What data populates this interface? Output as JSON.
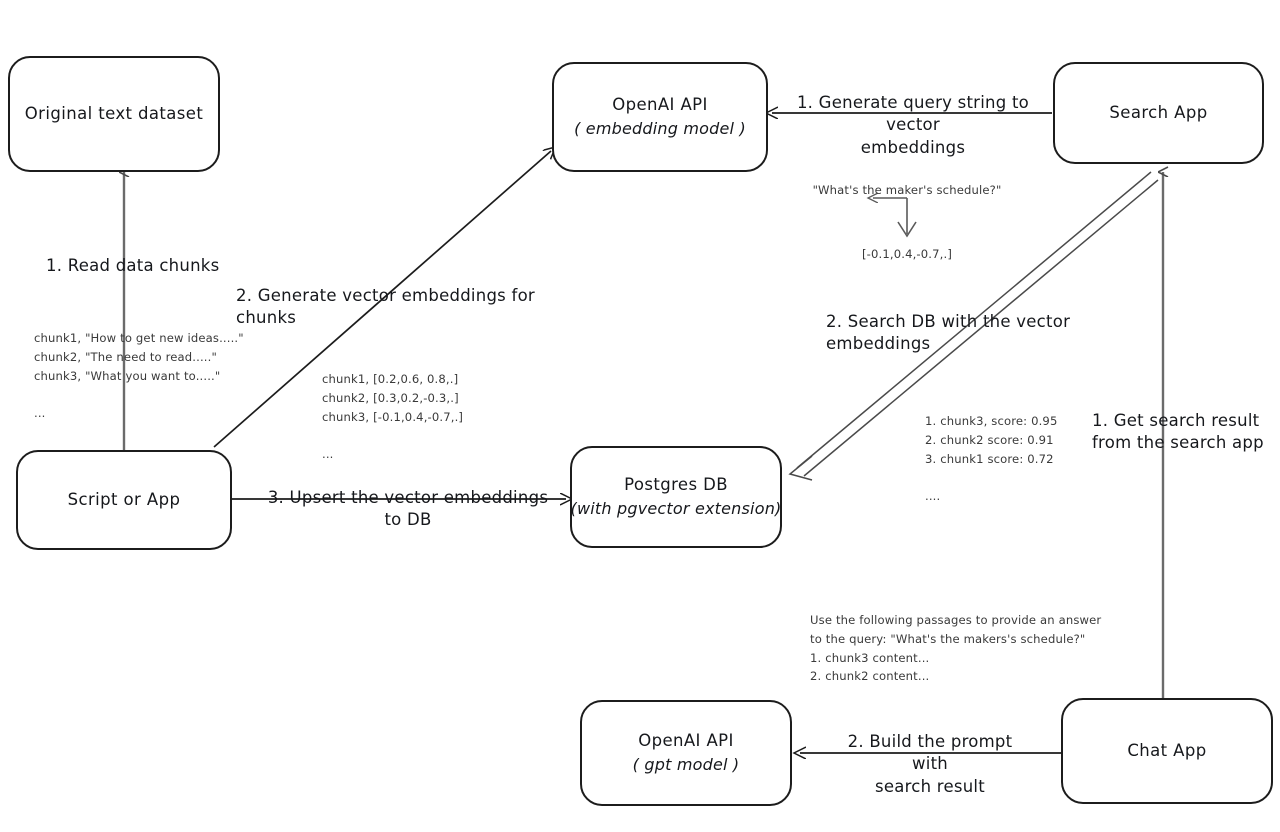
{
  "diagram": {
    "title": "RAG pipeline with OpenAI embeddings and pgvector",
    "ink_color": "#1c1c1c",
    "note_color": "#3a3a3a",
    "wire_color": "#4a4a4a"
  },
  "nodes": {
    "original_text_dataset": {
      "title": "Original text dataset",
      "subtitle": ""
    },
    "script_or_app": {
      "title": "Script or App",
      "subtitle": ""
    },
    "openai_embedding": {
      "title": "OpenAI API",
      "subtitle": "( embedding model )"
    },
    "postgres_db": {
      "title": "Postgres DB",
      "subtitle": "(with pgvector extension)"
    },
    "search_app": {
      "title": "Search App",
      "subtitle": ""
    },
    "chat_app": {
      "title": "Chat App",
      "subtitle": ""
    },
    "openai_gpt": {
      "title": "OpenAI API",
      "subtitle": "( gpt model )"
    }
  },
  "edge_labels": {
    "read_data_chunks": "1. Read data chunks",
    "generate_embeddings_for_chunks": "2. Generate vector embeddings for chunks",
    "upsert_to_db": "3. Upsert the vector embeddings  to DB",
    "generate_query_embeddings": "1. Generate query string to vector\nembeddings",
    "search_db": "2. Search DB with the vector embeddings",
    "get_search_result": "1. Get search result\nfrom the search app",
    "build_prompt": "2. Build the prompt with\nsearch result"
  },
  "notes": {
    "raw_chunks": "chunk1, \"How to get new ideas.....\"\nchunk2, \"The need to read.....\"\nchunk3, \"What you want to.....\"\n\n...",
    "chunk_vectors": "chunk1, [0.2,0.6, 0.8,.]\nchunk2, [0.3,0.2,-0.3,.]\nchunk3, [-0.1,0.4,-0.7,.]\n\n...",
    "query_string": "\"What's the maker's schedule?\"",
    "query_vector": "[-0.1,0.4,-0.7,.]",
    "search_results": "1. chunk3, score: 0.95\n2. chunk2 score: 0.91\n3. chunk1 score: 0.72\n\n....",
    "prompt_text": "Use the following passages to provide an answer\nto the query: \"What's the makers's schedule?\"\n1. chunk3 content...\n2. chunk2 content..."
  }
}
